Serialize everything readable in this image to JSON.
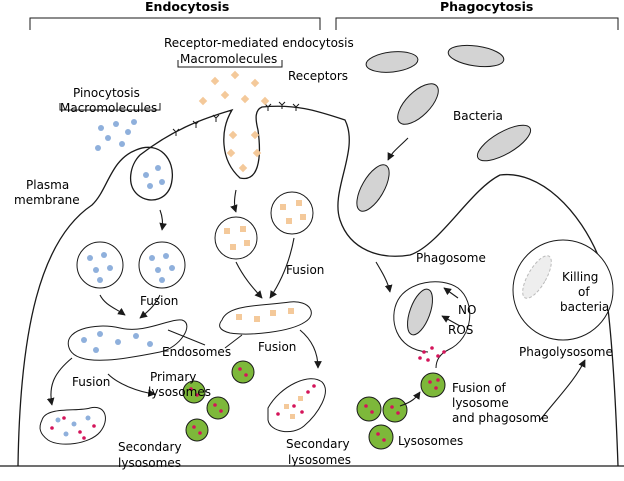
{
  "headers": {
    "left": "Endocytosis",
    "right": "Phagocytosis"
  },
  "labels": {
    "receptor_mediated": "Receptor-mediated endocytosis",
    "macromolecules_top": "Macromolecules",
    "receptors": "Receptors",
    "pinocytosis": "Pinocytosis",
    "macromolecules_left": "Macromolecules",
    "plasma_1": "Plasma",
    "plasma_2": "membrane",
    "bacteria": "Bacteria",
    "fusion_left": "Fusion",
    "fusion_mid": "Fusion",
    "fusion_endo": "Fusion",
    "fusion_bottom": "Fusion",
    "endosomes": "Endosomes",
    "primary_1": "Primary",
    "primary_2": "lysosomes",
    "secondary_left_1": "Secondary",
    "secondary_left_2": "lysosomes",
    "secondary_mid_1": "Secondary",
    "secondary_mid_2": "lysosomes",
    "phagosome": "Phagosome",
    "no": "NO",
    "ros": "ROS",
    "killing_1": "Killing",
    "killing_2": "of",
    "killing_3": "bacteria",
    "phagolysosome": "Phagolysosome",
    "fusion_of_1": "Fusion of",
    "fusion_of_2": "lysosome",
    "fusion_of_3": "and phagosome",
    "lysosomes": "Lysosomes"
  },
  "colors": {
    "line": "#1a1a1a",
    "macromolecule_dot": "#8fb0dc",
    "receptor_ligand": "#f4c99a",
    "lysosome_fill": "#7db83a",
    "lysosome_dot": "#d4145a",
    "bacterium_fill": "#d3d3d3"
  }
}
